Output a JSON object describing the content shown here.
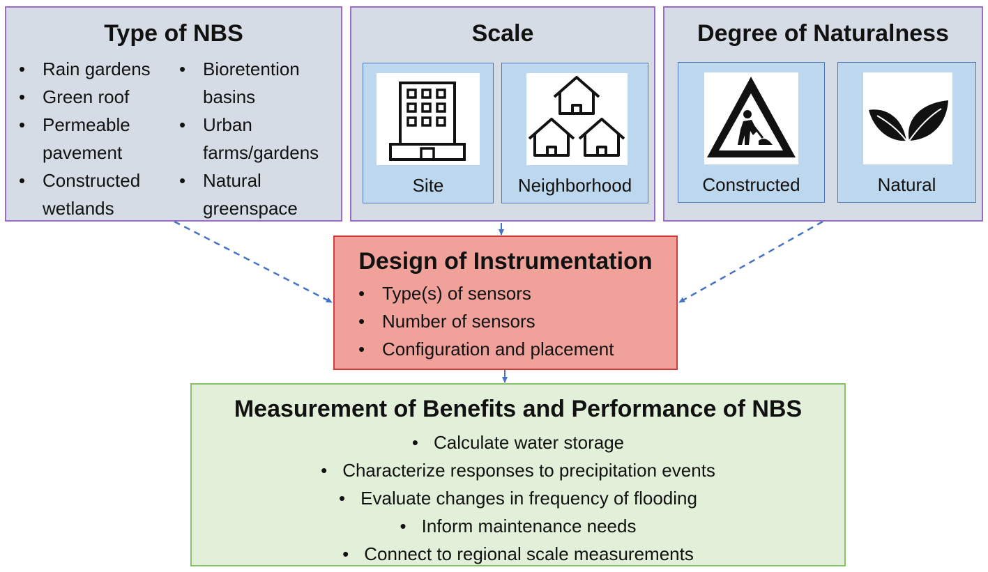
{
  "type_panel": {
    "title": "Type of NBS",
    "left_items": [
      "Rain gardens",
      "Green roof",
      "Permeable pavement",
      "Constructed wetlands"
    ],
    "right_items": [
      "Bioretention basins",
      "Urban farms/gardens",
      "Natural greenspace"
    ]
  },
  "scale_panel": {
    "title": "Scale",
    "site_label": "Site",
    "neighborhood_label": "Neighborhood",
    "site_icon": "building-icon",
    "neighborhood_icon": "houses-icon"
  },
  "naturalness_panel": {
    "title": "Degree of Naturalness",
    "constructed_label": "Constructed",
    "natural_label": "Natural",
    "constructed_icon": "construction-sign-icon",
    "natural_icon": "leaves-icon"
  },
  "design_box": {
    "title": "Design of Instrumentation",
    "items": [
      "Type(s) of sensors",
      "Number of sensors",
      "Configuration and placement"
    ]
  },
  "measurement_box": {
    "title": "Measurement of Benefits and Performance of NBS",
    "items": [
      "Calculate water storage",
      "Characterize responses to precipitation events",
      "Evaluate changes in frequency of flooding",
      "Inform maintenance needs",
      "Connect to regional scale measurements"
    ]
  },
  "colors": {
    "top_panel_fill": "#d6dce5",
    "top_panel_border": "#9b6cc6",
    "sub_box_fill": "#bdd7ee",
    "design_fill": "#f0a19a",
    "measurement_fill": "#e2efd9",
    "arrow": "#4472c4"
  }
}
